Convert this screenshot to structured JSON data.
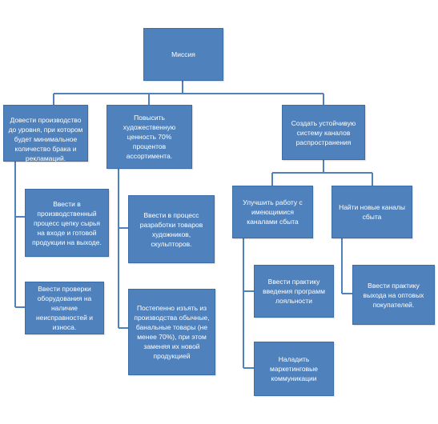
{
  "mission": "Миссия",
  "branches": [
    {
      "goal": "Довести производство до уровня, при котором будет минимальное количество брака и рекламаций.",
      "tasks": [
        "Ввести в производственный процесс цепку сырья на входе и готовой продукции на выходе.",
        "Ввести проверки оборудования на наличие неисправностей и износа."
      ]
    },
    {
      "goal": "Повысить художественную ценность 70% процентов ассортимента.",
      "tasks": [
        "Ввести в процесс разработки товаров художников, скульпторов.",
        "Постепенно изъять из производства обычные, банальные товары (не менее 70%), при этом заменяя их новой продукцией"
      ]
    },
    {
      "goal": "Создать устойчивую систему каналов распространения",
      "subgoals": [
        {
          "label": "Улучшить работу с имеющимися каналами сбыта",
          "tasks": [
            "Ввести практику введения программ лояльности",
            "Наладить маркетинговые коммуникации"
          ]
        },
        {
          "label": "Найти новые каналы сбыта",
          "tasks": [
            "Ввести практику выхода на оптовых покупателей."
          ]
        }
      ]
    }
  ],
  "colors": {
    "box_fill": "#4f81bd",
    "box_border": "#3c6da6",
    "box_text": "#ffffff",
    "connector": "#4f81bd"
  }
}
